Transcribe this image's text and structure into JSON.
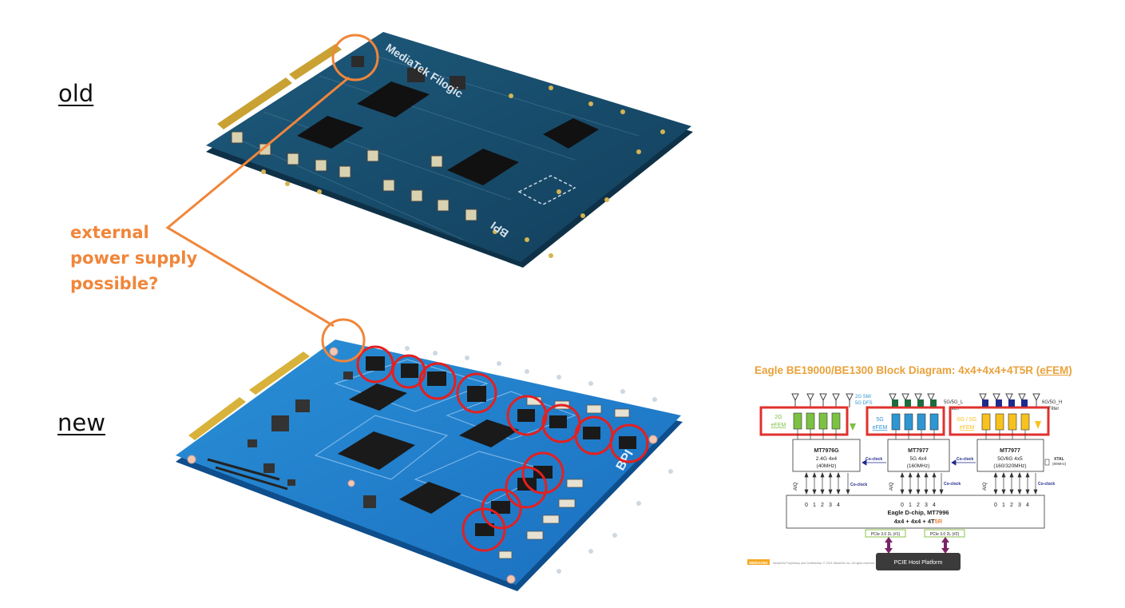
{
  "labels": {
    "old": "old",
    "new": "new"
  },
  "callout": {
    "lines": [
      "external",
      "power supply",
      "possible?"
    ],
    "color": "#f0863a"
  },
  "board_old": {
    "silkscreen": "MediaTek Filogic",
    "logo": "BPI"
  },
  "board_new": {
    "logo": "BPI"
  },
  "diagram": {
    "title_main": "Eagle BE19000/BE1300 Block Diagram: 4x4+4x4+4T5R (",
    "title_link": "eFEM",
    "title_end": ")",
    "fem_2g": {
      "line1": "2G",
      "line2": "eFEM",
      "note1": "2G SM/",
      "note2": "5G DFS"
    },
    "fem_5g": {
      "line1": "5G",
      "line2": "eFEM",
      "note1": "5G/5G_L",
      "note2": "Filter"
    },
    "fem_6g": {
      "line1": "6G / 5G",
      "line2": "eFEM",
      "note1": "6G/5G_H",
      "note2": "Filter"
    },
    "chips": [
      {
        "name": "MT7976G",
        "line2": "2.4G 4x4",
        "line3": "(40MHz)"
      },
      {
        "name": "MT7977",
        "line2": "5G 4x4",
        "line3": "(160MHz)"
      },
      {
        "name": "MT7977",
        "line2": "5G/6G 4x5",
        "line3": "(160/320MHz)"
      }
    ],
    "coclock": "Co-clock",
    "xtal": "XTAL",
    "xtal_freq": "(80MHz)",
    "aiq": "AIQ",
    "port_nums": [
      "0",
      "1",
      "2",
      "3",
      "4"
    ],
    "dchip": {
      "line1": "Eagle D-chip, MT7996",
      "line2_a": "4x4 + 4x4 + 4T",
      "line2_b": "5R"
    },
    "pcie1": "PCIe 3.0 2L (#1)",
    "pcie2": "PCIe 3.0 2L (#2)",
    "host": "PCIE Host Platform",
    "footer_brand": "MEDIATEK",
    "footer": "MediaTek Proprietary and Confidential. © 2021 MediaTek Inc. All rights reserved.",
    "colors": {
      "green": "#7cc242",
      "blue": "#2e96d3",
      "yellow": "#f7c21d",
      "dark_green": "#1e6b3c",
      "navy": "#1f2a8c",
      "red": "#e0312d",
      "purple": "#7a2366",
      "pcie_green": "#8bc34a"
    }
  }
}
